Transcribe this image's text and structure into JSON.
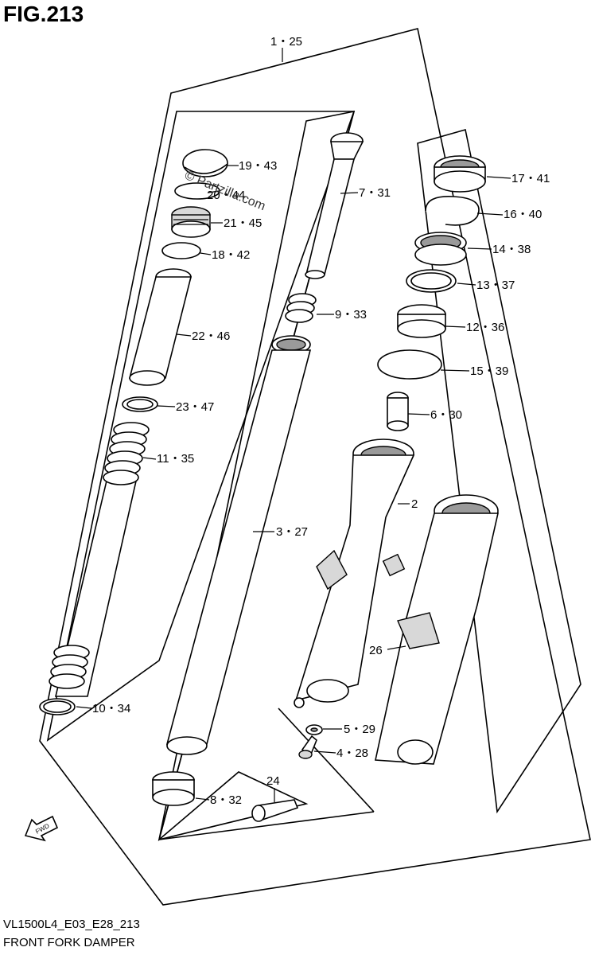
{
  "figure": {
    "title": "FIG.213",
    "code": "VL1500L4_E03_E28_213",
    "name": "FRONT FORK DAMPER",
    "watermark": "Partzilla.com",
    "direction_label": "FWD"
  },
  "callouts": [
    {
      "id": "c-1",
      "label": "1・25"
    },
    {
      "id": "c-19",
      "label": "19・43"
    },
    {
      "id": "c-20",
      "label": "20・44"
    },
    {
      "id": "c-21",
      "label": "21・45"
    },
    {
      "id": "c-18",
      "label": "18・42"
    },
    {
      "id": "c-22",
      "label": "22・46"
    },
    {
      "id": "c-23",
      "label": "23・47"
    },
    {
      "id": "c-11",
      "label": "11・35"
    },
    {
      "id": "c-10",
      "label": "10・34"
    },
    {
      "id": "c-7",
      "label": "7・31"
    },
    {
      "id": "c-9",
      "label": "9・33"
    },
    {
      "id": "c-3",
      "label": "3・27"
    },
    {
      "id": "c-8",
      "label": "8・32"
    },
    {
      "id": "c-24",
      "label": "24"
    },
    {
      "id": "c-17",
      "label": "17・41"
    },
    {
      "id": "c-16",
      "label": "16・40"
    },
    {
      "id": "c-14",
      "label": "14・38"
    },
    {
      "id": "c-13",
      "label": "13・37"
    },
    {
      "id": "c-12",
      "label": "12・36"
    },
    {
      "id": "c-15",
      "label": "15・39"
    },
    {
      "id": "c-6",
      "label": "6・30"
    },
    {
      "id": "c-2",
      "label": "2"
    },
    {
      "id": "c-26",
      "label": "26"
    },
    {
      "id": "c-5",
      "label": "5・29"
    },
    {
      "id": "c-4",
      "label": "4・28"
    }
  ]
}
